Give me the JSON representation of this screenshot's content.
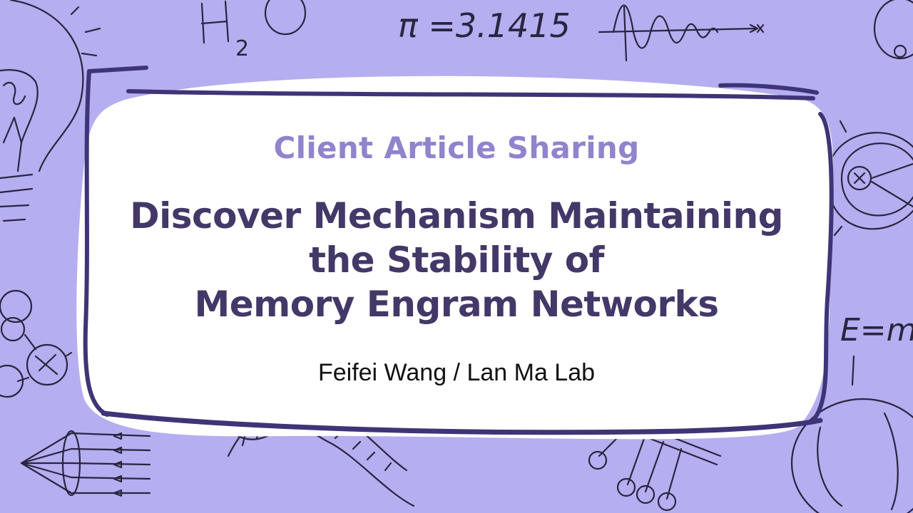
{
  "slide": {
    "subtitle": "Client Article Sharing",
    "title_lines": [
      "Discover Mechanism Maintaining",
      "the Stability of",
      "Memory Engram Networks"
    ],
    "author": "Feifei Wang / Lan Ma Lab"
  },
  "doodles": {
    "h2o_formula": "H",
    "h2o_subscript": "2",
    "h2o_o": "O",
    "pi_formula": "π =3.1415",
    "energy_formula": "E=m"
  },
  "colors": {
    "background": "#b5aef0",
    "card": "#ffffff",
    "frame": "#3f3477",
    "subtitle": "#9183cc",
    "title": "#433867",
    "author": "#111111"
  }
}
